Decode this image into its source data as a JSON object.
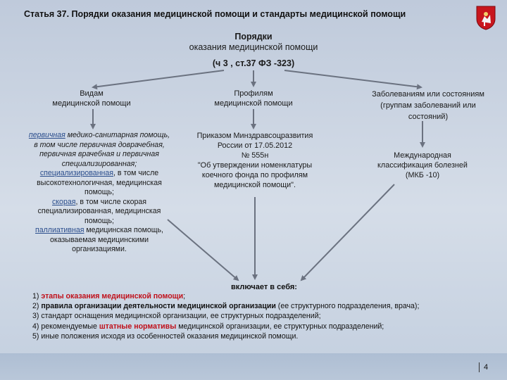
{
  "title": "Статья 37. Порядки оказания медицинской помощи и стандарты медицинской помощи",
  "header": {
    "line1": "Порядки",
    "line2": "оказания медицинской помощи",
    "ref": "(ч 3 , ст.37 ФЗ -323)"
  },
  "columns": {
    "types_head": [
      "Видам",
      "медицинской помощи"
    ],
    "profiles_head": [
      "Профилям",
      "медицинской помощи"
    ],
    "diseases_head": [
      "Заболеваниям или состояниям",
      "(группам заболеваний или",
      "состояний)"
    ]
  },
  "types": {
    "primary_link": "первичная",
    "primary_rest": " медико-санитарная помощь,",
    "primary_l2": "в том числе первичная доврачебная,",
    "primary_l3": "первичная врачебная и первичная",
    "primary_l4": "специализированная;",
    "spec_link": "специализированная",
    "spec_rest": ", в том числе",
    "spec_l2": "высокотехнологичная, медицинская",
    "spec_l3": "помощь;",
    "emerg_link": "скорая",
    "emerg_rest": ", в том числе скорая",
    "emerg_l2": "специализированная, медицинская",
    "emerg_l3": "помощь;",
    "pall_link": "паллиативная",
    "pall_rest": " медицинская помощь,",
    "pall_l2": "оказываемая медицинскими",
    "pall_l3": "организациями."
  },
  "order": [
    "Приказом Минздравсоцразвития",
    "России от 17.05.2012",
    "№ 555н",
    "\"Об утверждении номенклатуры",
    "коечного фонда по профилям",
    "медицинской помощи\"."
  ],
  "mkb": [
    "Международная",
    "классификация болезней",
    "(МКБ -10)"
  ],
  "includes": {
    "head": "включает в себя:",
    "item1_pre": "1) ",
    "item1_red": "этапы оказания медицинской помощи",
    "item1_post": ";",
    "item2_pre": "2) ",
    "item2_bold": "правила организации деятельности медицинской организации",
    "item2_post": " (ее структурного подразделения, врача);",
    "item3": "3) стандарт оснащения медицинской организации, ее структурных подразделений;",
    "item4_pre": "4) рекомендуемые ",
    "item4_red": "штатные нормативы",
    "item4_post": " медицинской организации, ее структурных подразделений;",
    "item5": "5) иные положения исходя из особенностей оказания медицинской помощи."
  },
  "page_number": "4",
  "colors": {
    "arrow": "#6b7280",
    "link": "#2a4d8c",
    "accent_red": "#c0101a",
    "emblem_red": "#c8161d"
  }
}
